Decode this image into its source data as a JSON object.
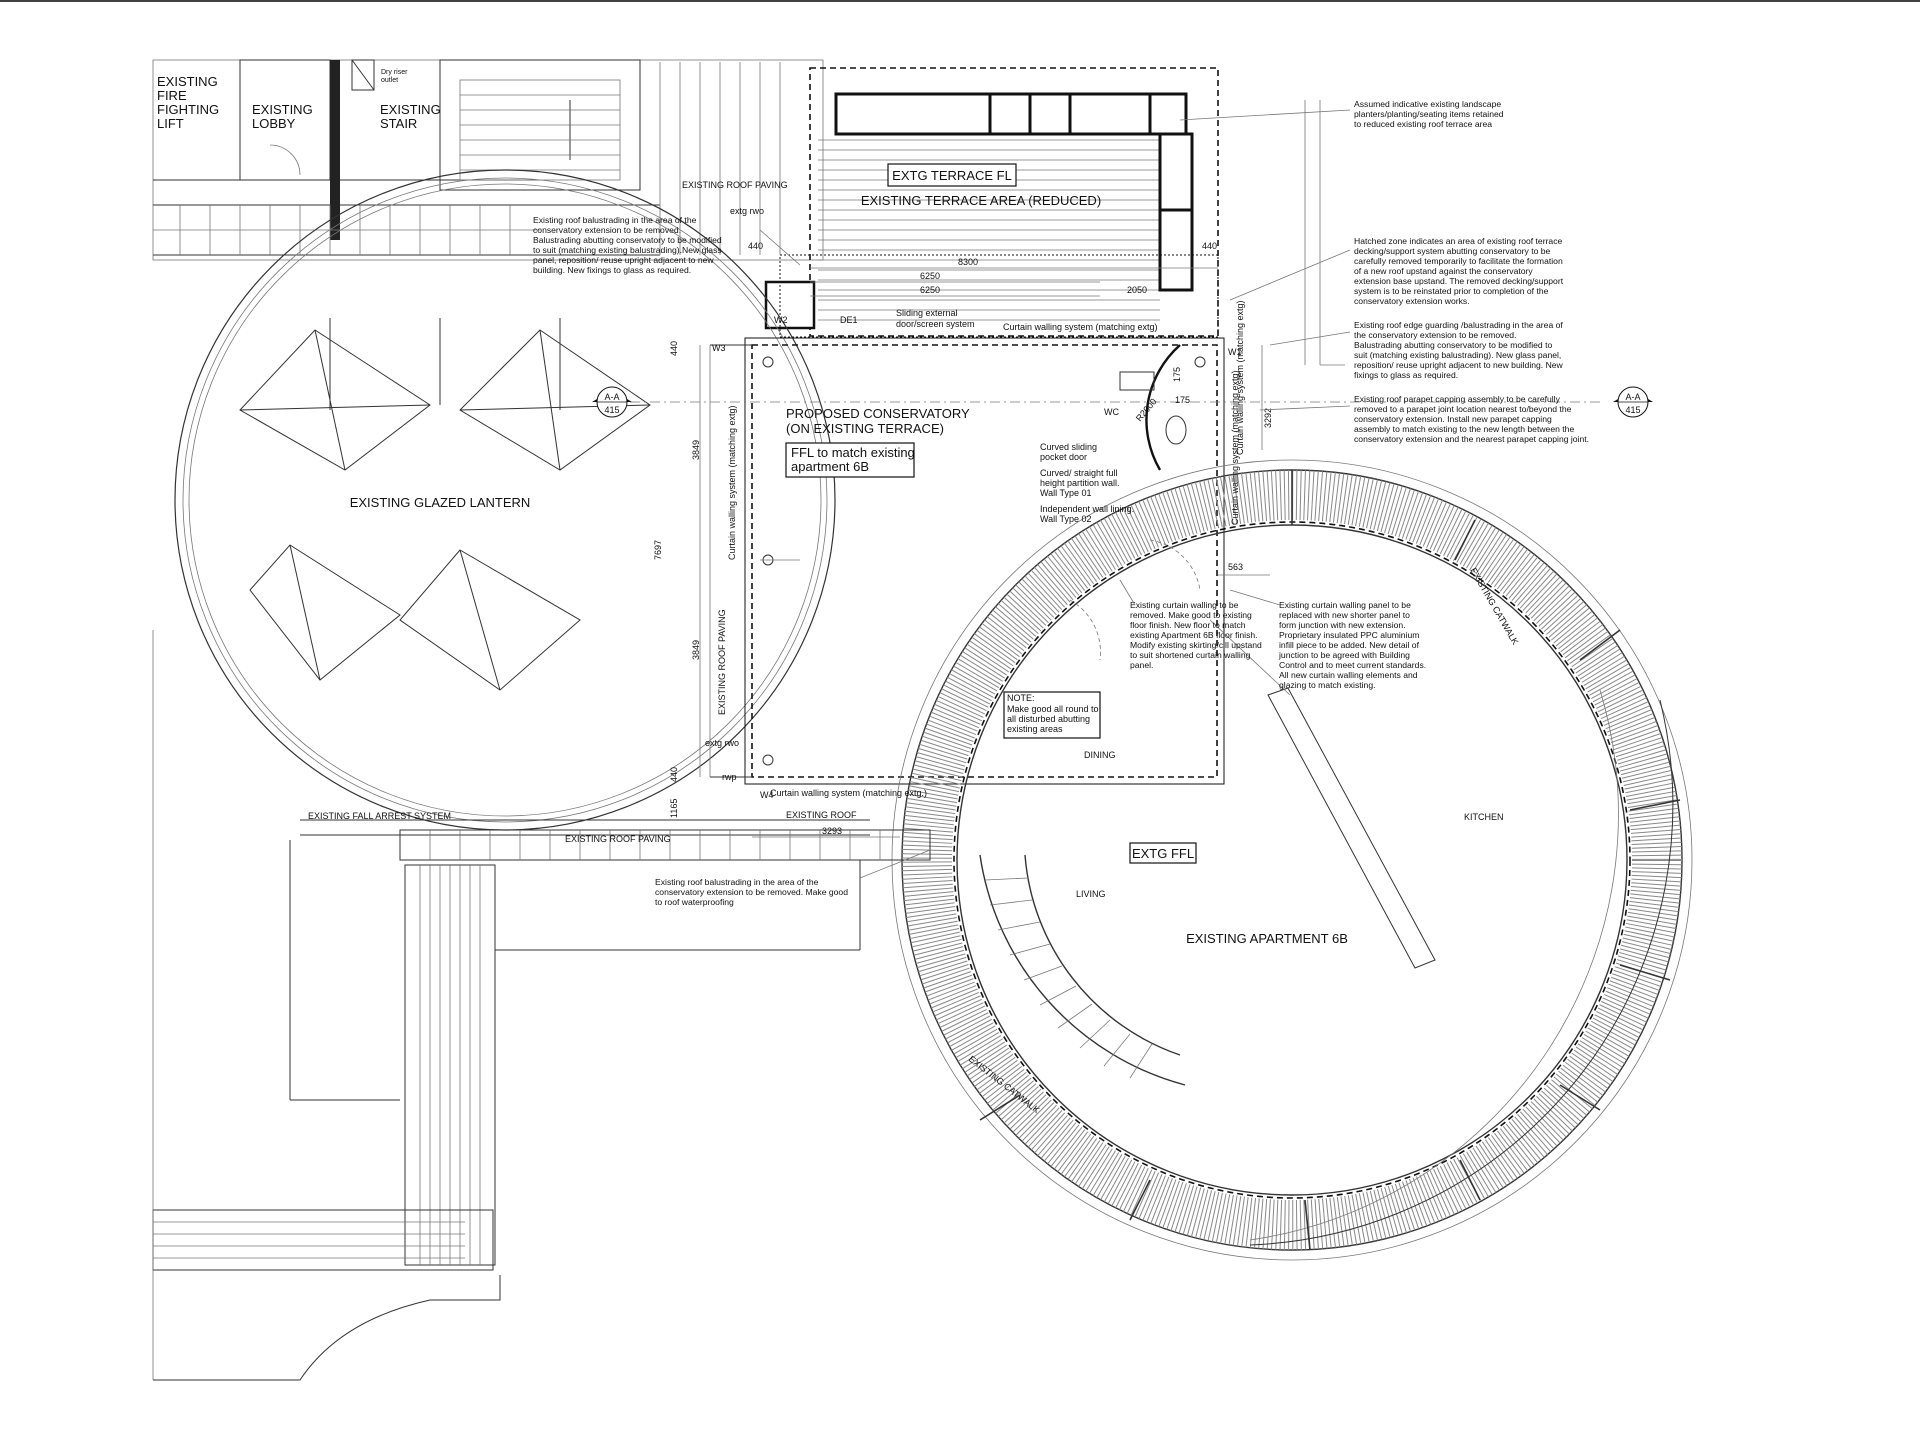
{
  "rooms": {
    "fire_lift": [
      "EXISTING",
      "FIRE",
      "FIGHTING",
      "LIFT"
    ],
    "lobby": [
      "EXISTING",
      "LOBBY"
    ],
    "stair": [
      "EXISTING",
      "STAIR"
    ],
    "dry_riser": [
      "Dry riser",
      "outlet"
    ],
    "terrace_fl": "EXTG TERRACE FL",
    "terrace_area": "EXISTING TERRACE AREA (REDUCED)",
    "glazed_lantern": "EXISTING GLAZED LANTERN",
    "conservatory": [
      "PROPOSED CONSERVATORY",
      "(ON EXISTING TERRACE)"
    ],
    "ffl_match": [
      "FFL to match existing",
      "apartment 6B"
    ],
    "wc": "WC",
    "dining": "DINING",
    "kitchen": "KITCHEN",
    "living": "LIVING",
    "extg_ffl": "EXTG FFL",
    "apartment": "EXISTING APARTMENT 6B",
    "catwalk": "EXISTING CATWALK"
  },
  "labels": {
    "roof_paving_top": "EXISTING ROOF PAVING",
    "roof_paving_vert": "EXISTING ROOF PAVING",
    "roof_paving_bottom": "EXISTING ROOF PAVING",
    "existing_roof": "EXISTING ROOF",
    "fall_arrest": "EXISTING FALL ARREST SYSTEM",
    "extg_rwo_top": "extg rwo",
    "extg_rwo_bottom": "extg rwo",
    "rwp": "rwp",
    "sliding_door": [
      "Sliding external",
      "door/screen system"
    ],
    "curtain_top": "Curtain walling system (matching extg)",
    "curtain_bottom": "Curtain walling system (matching extg.)",
    "curtain_left": "Curtain walling system (matching extg)",
    "curtain_right": "Curtain walling system (matching extg)",
    "curtain_right2": "Curtain walling system (matching extg)",
    "w1": "W1",
    "w2": "W2",
    "w3": "W3",
    "w4": "W4",
    "de1": "DE1",
    "r2000": "R2000",
    "curved_sliding": [
      "Curved sliding",
      "pocket door"
    ],
    "curved_partition": [
      "Curved/ straight full",
      "height partition wall.",
      "Wall Type 01"
    ],
    "wall_lining": [
      "Independent wall lining.",
      "Wall Type 02"
    ],
    "note_title": "NOTE:",
    "note_body": [
      "Make good all round to",
      "all disturbed abutting",
      "existing areas"
    ]
  },
  "dimensions": {
    "d8300": "8300",
    "d6250a": "6250",
    "d6250b": "6250",
    "d2050": "2050",
    "d440_top": "440",
    "d440_left": "440",
    "d440_bottom": "440",
    "d440_right": "440",
    "d3849a": "3849",
    "d3849b": "3849",
    "d7697": "7697",
    "d1165": "1165",
    "d3293": "3293",
    "d3292": "3292",
    "d175a": "175",
    "d175b": "175",
    "d563": "563"
  },
  "section_markers": {
    "left": {
      "ref": "A-A",
      "sheet": "415"
    },
    "right": {
      "ref": "A-A",
      "sheet": "415"
    }
  },
  "notes": {
    "balustrade_top": [
      "Existing roof balustrading in the area of the",
      "conservatory extension to be removed.",
      "Balustrading abutting conservatory to be modified",
      "to suit (matching existing balustrading).New glass",
      "panel, reposition/ reuse upright adjacent to new",
      "building. New fixings to glass as required."
    ],
    "landscape": [
      "Assumed indicative existing landscape",
      "planters/planting/seating items retained",
      "to reduced existing roof terrace area"
    ],
    "hatched_zone": [
      "Hatched zone indicates an area of existing roof terrace",
      "decking/support system abutting conservatory to be",
      "carefully removed temporarily to facilitate the formation",
      "of a new roof upstand against the conservatory",
      "extension base upstand. The removed decking/support",
      "system is to be reinstated prior to completion of the",
      "conservatory extension works."
    ],
    "edge_guarding": [
      "Existing roof edge guarding /balustrading in the area of",
      "the conservatory extension to be removed.",
      "Balustrading abutting conservatory to be modified to",
      "suit (matching existing balustrading). New glass panel,",
      "reposition/ reuse upright adjacent to new building. New",
      "fixings to glass as required."
    ],
    "parapet": [
      "Existing roof parapet capping assembly to be carefully",
      "removed to a parapet joint location nearest to/beyond the",
      "conservatory extension. Install new parapet capping",
      "assembly to match existing to the new length between the",
      "conservatory extension and the nearest parapet capping joint."
    ],
    "curtain_remove": [
      "Existing curtain walling to be",
      "removed. Make good to existing",
      "floor finish. New floor to match",
      "existing Apartment 6B floor finish.",
      "Modify existing skirting/cill upstand",
      "to suit shortened curtain walling",
      "panel."
    ],
    "curtain_panel": [
      "Existing curtain walling panel to be",
      "replaced with new shorter panel to",
      "form junction with new extension.",
      "Proprietary insulated PPC aluminium",
      "infill piece to be added. New detail of",
      "junction to be agreed with Building",
      "Control and to meet current standards.",
      "All new curtain walling elements and",
      "glazing to match existing."
    ],
    "balustrade_bottom": [
      "Existing roof balustrading in the area of the",
      "conservatory extension to be removed. Make good",
      "to roof waterproofing"
    ]
  }
}
